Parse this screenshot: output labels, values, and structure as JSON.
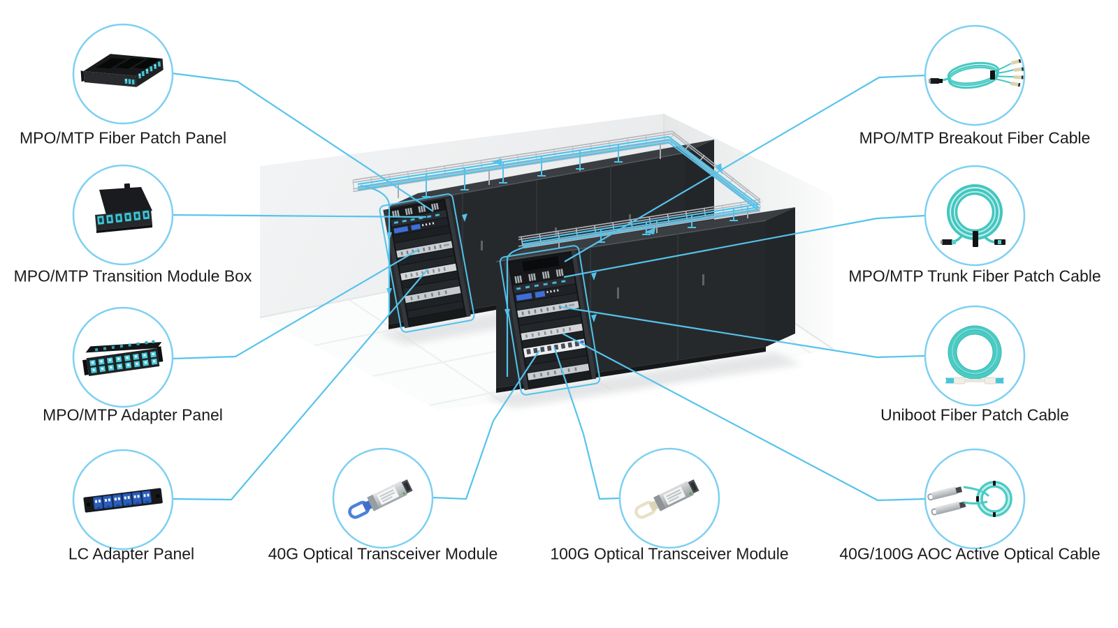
{
  "figure": {
    "type": "diagram",
    "scene_description": "Isometric data center room with two rows of black server racks, overhead cable tray and cyan fiber cabling",
    "accent_color": "#56c3ec",
    "circle_stroke_color": "#7dd0f2",
    "fiber_cable_color": "#45c8c1",
    "items": [
      {
        "id": "mpo-mtp-fiber-patch-panel",
        "label": "MPO/MTP Fiber Patch Panel",
        "position": "left"
      },
      {
        "id": "mpo-mtp-transition-module-box",
        "label": "MPO/MTP Transition Module Box",
        "position": "left"
      },
      {
        "id": "mpo-mtp-adapter-panel",
        "label": "MPO/MTP Adapter Panel",
        "position": "left"
      },
      {
        "id": "lc-adapter-panel",
        "label": "LC Adapter Panel",
        "position": "left"
      },
      {
        "id": "40g-optical-transceiver-module",
        "label": "40G Optical Transceiver Module",
        "position": "bottom"
      },
      {
        "id": "100g-optical-transceiver-module",
        "label": "100G Optical Transceiver Module",
        "position": "bottom"
      },
      {
        "id": "mpo-mtp-breakout-fiber-cable",
        "label": "MPO/MTP Breakout Fiber Cable",
        "position": "right"
      },
      {
        "id": "mpo-mtp-trunk-fiber-patch-cable",
        "label": "MPO/MTP Trunk Fiber Patch Cable",
        "position": "right"
      },
      {
        "id": "uniboot-fiber-patch-cable",
        "label": "Uniboot Fiber Patch Cable",
        "position": "right"
      },
      {
        "id": "40g-100g-aoc-active-optical-cable",
        "label": "40G/100G AOC Active Optical Cable",
        "position": "right"
      }
    ]
  }
}
